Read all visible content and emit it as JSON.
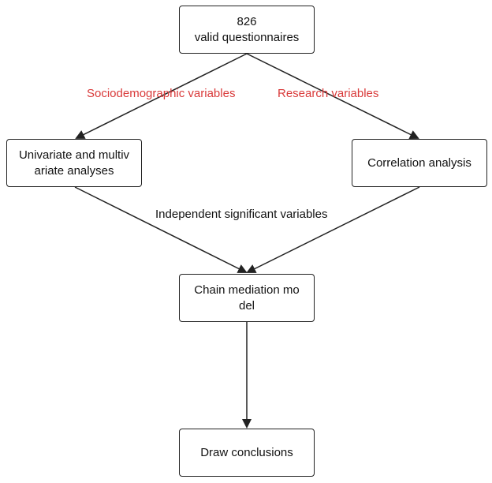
{
  "nodes": {
    "top": {
      "line1": "826",
      "line2": "valid questionnaires"
    },
    "left": {
      "line1": "Univariate and multiv",
      "line2": "ariate analyses"
    },
    "right": {
      "line1": "Correlation analysis"
    },
    "mid": {
      "line1": "Chain mediation mo",
      "line2": "del"
    },
    "bottom": {
      "line1": "Draw conclusions"
    }
  },
  "edge_labels": {
    "socio": "Sociodemographic variables",
    "research": "Research variables",
    "independent": "Independent significant variables"
  },
  "colors": {
    "label_red": "#d93a3a",
    "stroke": "#222222"
  }
}
